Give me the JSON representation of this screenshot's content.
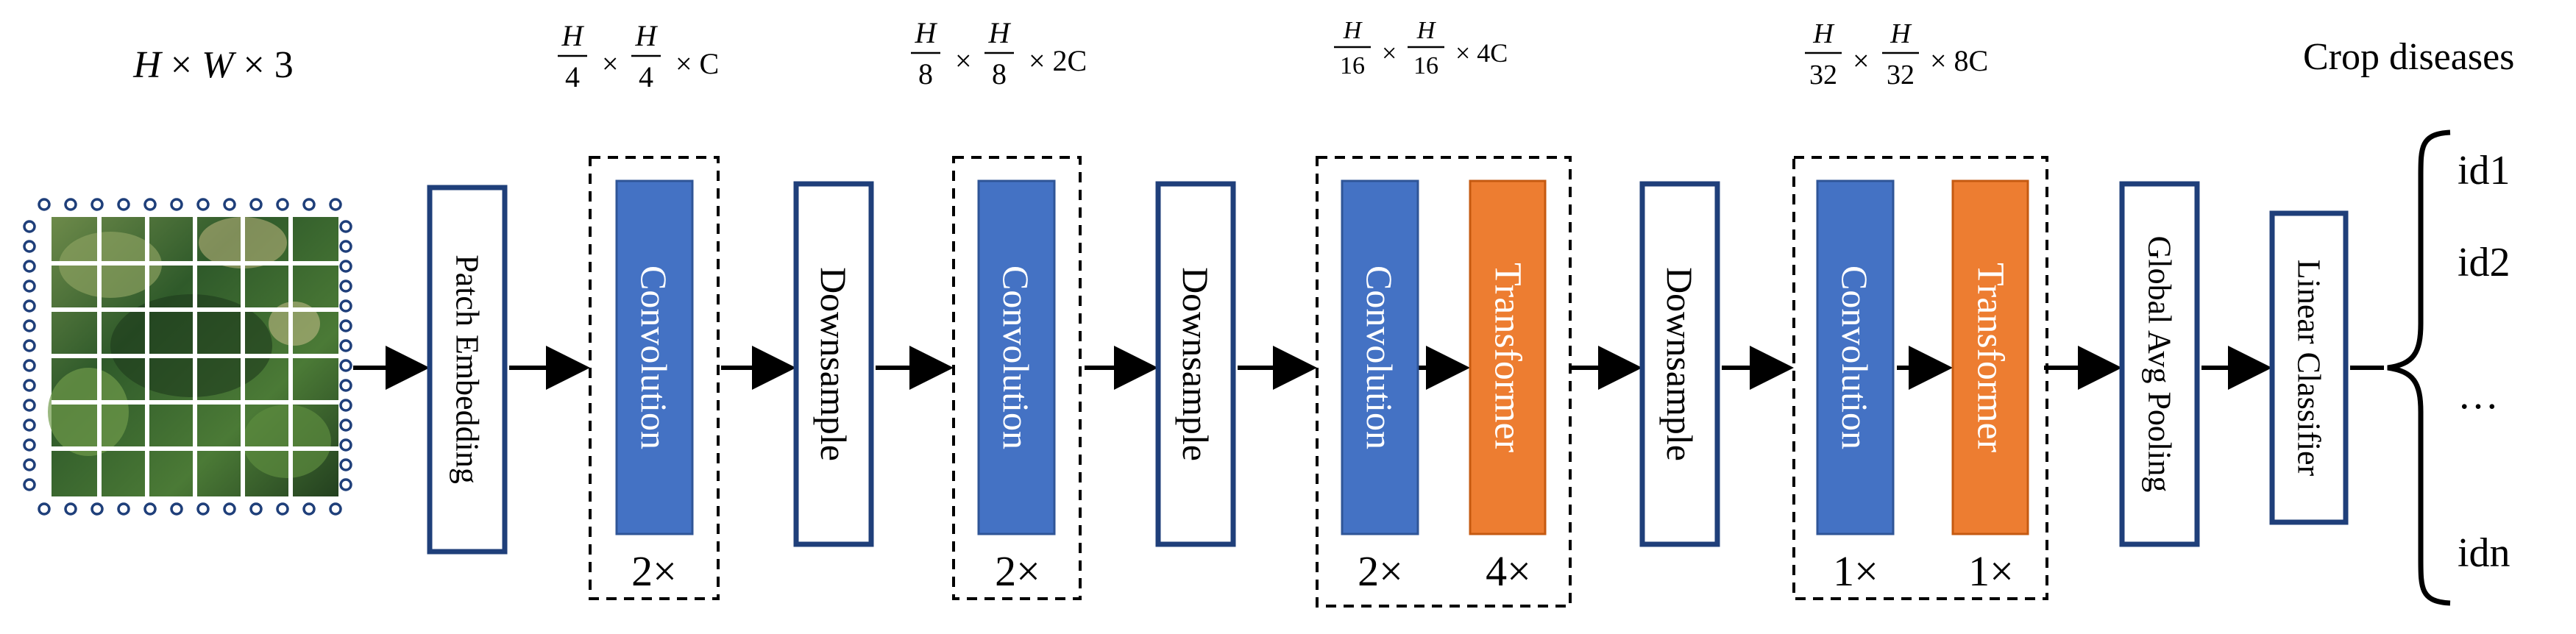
{
  "colors": {
    "conv_fill": "#4472C4",
    "conv_text": "#FFFFFF",
    "transformer_fill": "#ED7D31",
    "transformer_text": "#FFFFFF",
    "white_box_border": "#1F3F7A",
    "dots": "#1F3F7A",
    "arrow": "#000000",
    "dashed": "#000000"
  },
  "input": {
    "dim_label_parts": [
      "H",
      " × ",
      "W",
      " × 3"
    ],
    "image_name": "leaf-grid-image"
  },
  "stages": [
    {
      "fraction_num": "H",
      "fraction_den": "4",
      "suffix": "× C"
    },
    {
      "fraction_num": "H",
      "fraction_den": "8",
      "suffix": "× 2C"
    },
    {
      "fraction_num": "H",
      "fraction_den": "16",
      "suffix": "× 4C"
    },
    {
      "fraction_num": "H",
      "fraction_den": "32",
      "suffix": "× 8C"
    }
  ],
  "blocks": {
    "patch_embedding": "Patch Embedding",
    "convolution": "Convolution",
    "transformer": "Transformer",
    "downsample": "Downsample",
    "global_avg_pooling": "Global Avg Pooling",
    "linear_classifier": "Linear Classifier"
  },
  "repeats": {
    "stage1_conv": "2×",
    "stage2_conv": "2×",
    "stage3_conv": "2×",
    "stage3_trans": "4×",
    "stage4_conv": "1×",
    "stage4_trans": "1×"
  },
  "output": {
    "title": "Crop diseases",
    "ids": [
      "id1",
      "id2",
      "…",
      "idn"
    ]
  }
}
